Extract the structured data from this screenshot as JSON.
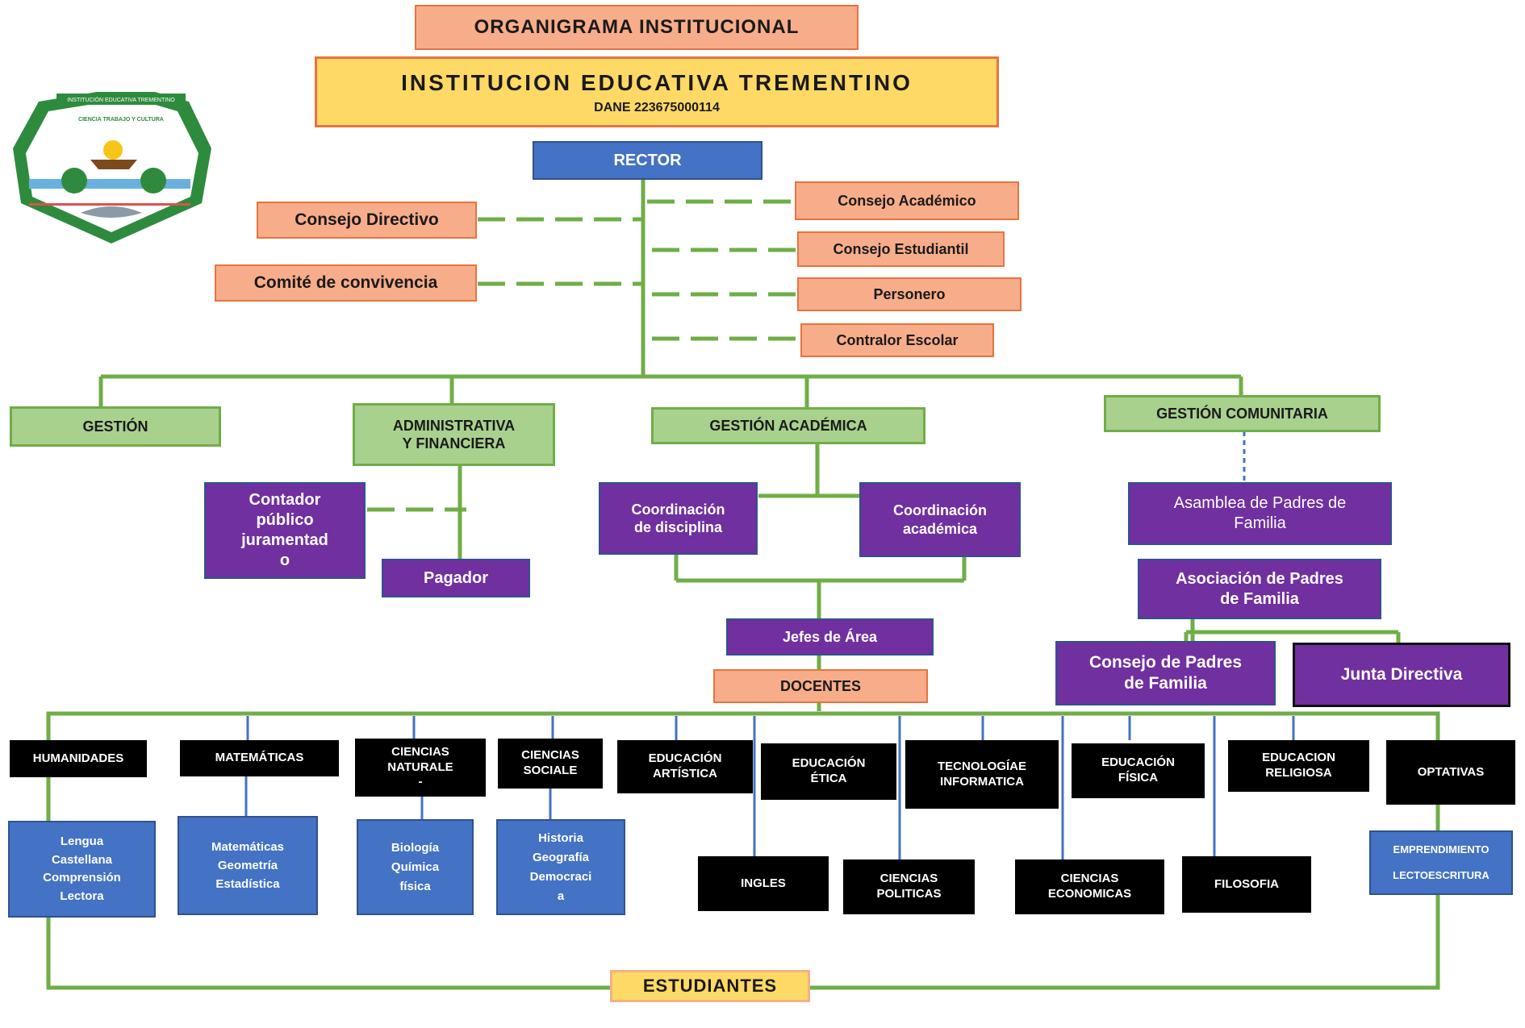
{
  "title": "ORGANIGRAMA INSTITUCIONAL",
  "institution": {
    "name": "INSTITUCION EDUCATIVA TREMENTINO",
    "dane": "DANE 223675000114"
  },
  "logo": {
    "banner": "INSTITUCIÓN EDUCATIVA TREMENTINO",
    "motto": "CIENCIA TRABAJO Y CULTURA"
  },
  "rector": "RECTOR",
  "left_councils": [
    "Consejo Directivo",
    "Comité de convivencia"
  ],
  "right_councils": [
    "Consejo Académico",
    "Consejo Estudiantil",
    "Personero",
    "Contralor Escolar"
  ],
  "management": {
    "gestion": "GESTIÓN",
    "administrativa": "ADMINISTRATIVA\nY FINANCIERA",
    "academica": "GESTIÓN ACADÉMICA",
    "comunitaria": "GESTIÓN COMUNITARIA"
  },
  "admin_units": {
    "contador": "Contador\npúblico\njuramentad\no",
    "pagador": "Pagador"
  },
  "academic_units": {
    "coord_disciplina": "Coordinación\nde disciplina",
    "coord_academica": "Coordinación\nacadémica",
    "jefes": "Jefes de Área",
    "docentes": "DOCENTES"
  },
  "community_units": {
    "asamblea": "Asamblea de Padres de\nFamilia",
    "asociacion": "Asociación de Padres\nde Familia",
    "consejo_padres": "Consejo de Padres\nde Familia",
    "junta": "Junta Directiva"
  },
  "areas": [
    "HUMANIDADES",
    "MATEMÁTICAS",
    "CIENCIAS\nNATURALE\n-",
    "CIENCIAS\nSOCIALE",
    "EDUCACIÓN\nARTÍSTICA",
    "EDUCACIÓN\nÉTICA",
    "TECNOLOGÍAE\nINFORMATICA",
    "EDUCACIÓN\nFÍSICA",
    "EDUCACION\nRELIGIOSA",
    "OPTATIVAS"
  ],
  "subjects_top": [
    "Lengua\nCastellana\nComprensión\nLectora",
    "Matemáticas\nGeometría\nEstadística",
    "Biología\nQuímica\nfísica",
    "Historia\nGeografía\nDemocraci\na"
  ],
  "optativas_subjects": "EMPRENDIMIENTO\n\nLECTOESCRITURA",
  "subjects_lower": [
    "INGLES",
    "CIENCIAS\nPOLITICAS",
    "CIENCIAS\nECONOMICAS",
    "FILOSOFIA"
  ],
  "students": "ESTUDIANTES",
  "colors": {
    "connector_green": "#70ad47",
    "connector_blue": "#4472c4",
    "salmon": "#f8ad8a",
    "yellow": "#ffd966",
    "blue": "#4472c4",
    "green": "#a9d18e",
    "purple": "#7030a0",
    "black": "#000000"
  }
}
